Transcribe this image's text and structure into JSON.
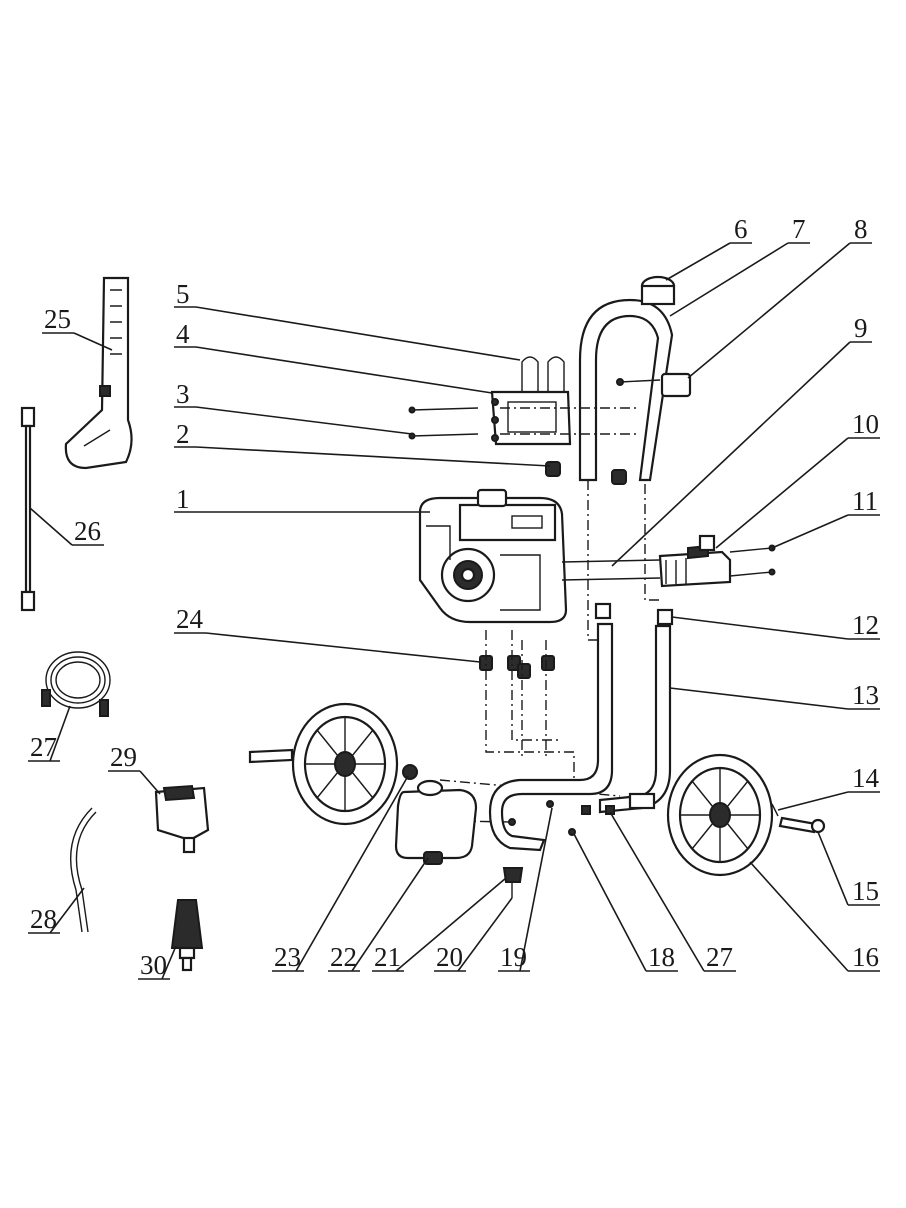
{
  "diagram": {
    "callouts": [
      {
        "id": "c1",
        "number": "1"
      },
      {
        "id": "c2",
        "number": "2"
      },
      {
        "id": "c3",
        "number": "3"
      },
      {
        "id": "c4",
        "number": "4"
      },
      {
        "id": "c5",
        "number": "5"
      },
      {
        "id": "c6",
        "number": "6"
      },
      {
        "id": "c7",
        "number": "7"
      },
      {
        "id": "c8",
        "number": "8"
      },
      {
        "id": "c9",
        "number": "9"
      },
      {
        "id": "c10",
        "number": "10"
      },
      {
        "id": "c11",
        "number": "11"
      },
      {
        "id": "c12",
        "number": "12"
      },
      {
        "id": "c13",
        "number": "13"
      },
      {
        "id": "c14",
        "number": "14"
      },
      {
        "id": "c15",
        "number": "15"
      },
      {
        "id": "c16",
        "number": "16"
      },
      {
        "id": "c18",
        "number": "18"
      },
      {
        "id": "c19",
        "number": "19"
      },
      {
        "id": "c20",
        "number": "20"
      },
      {
        "id": "c21",
        "number": "21"
      },
      {
        "id": "c22",
        "number": "22"
      },
      {
        "id": "c23",
        "number": "23"
      },
      {
        "id": "c24",
        "number": "24"
      },
      {
        "id": "c25",
        "number": "25"
      },
      {
        "id": "c26",
        "number": "26"
      },
      {
        "id": "c27a",
        "number": "27"
      },
      {
        "id": "c27b",
        "number": "27"
      },
      {
        "id": "c28",
        "number": "28"
      },
      {
        "id": "c29",
        "number": "29"
      },
      {
        "id": "c30",
        "number": "30"
      }
    ]
  }
}
